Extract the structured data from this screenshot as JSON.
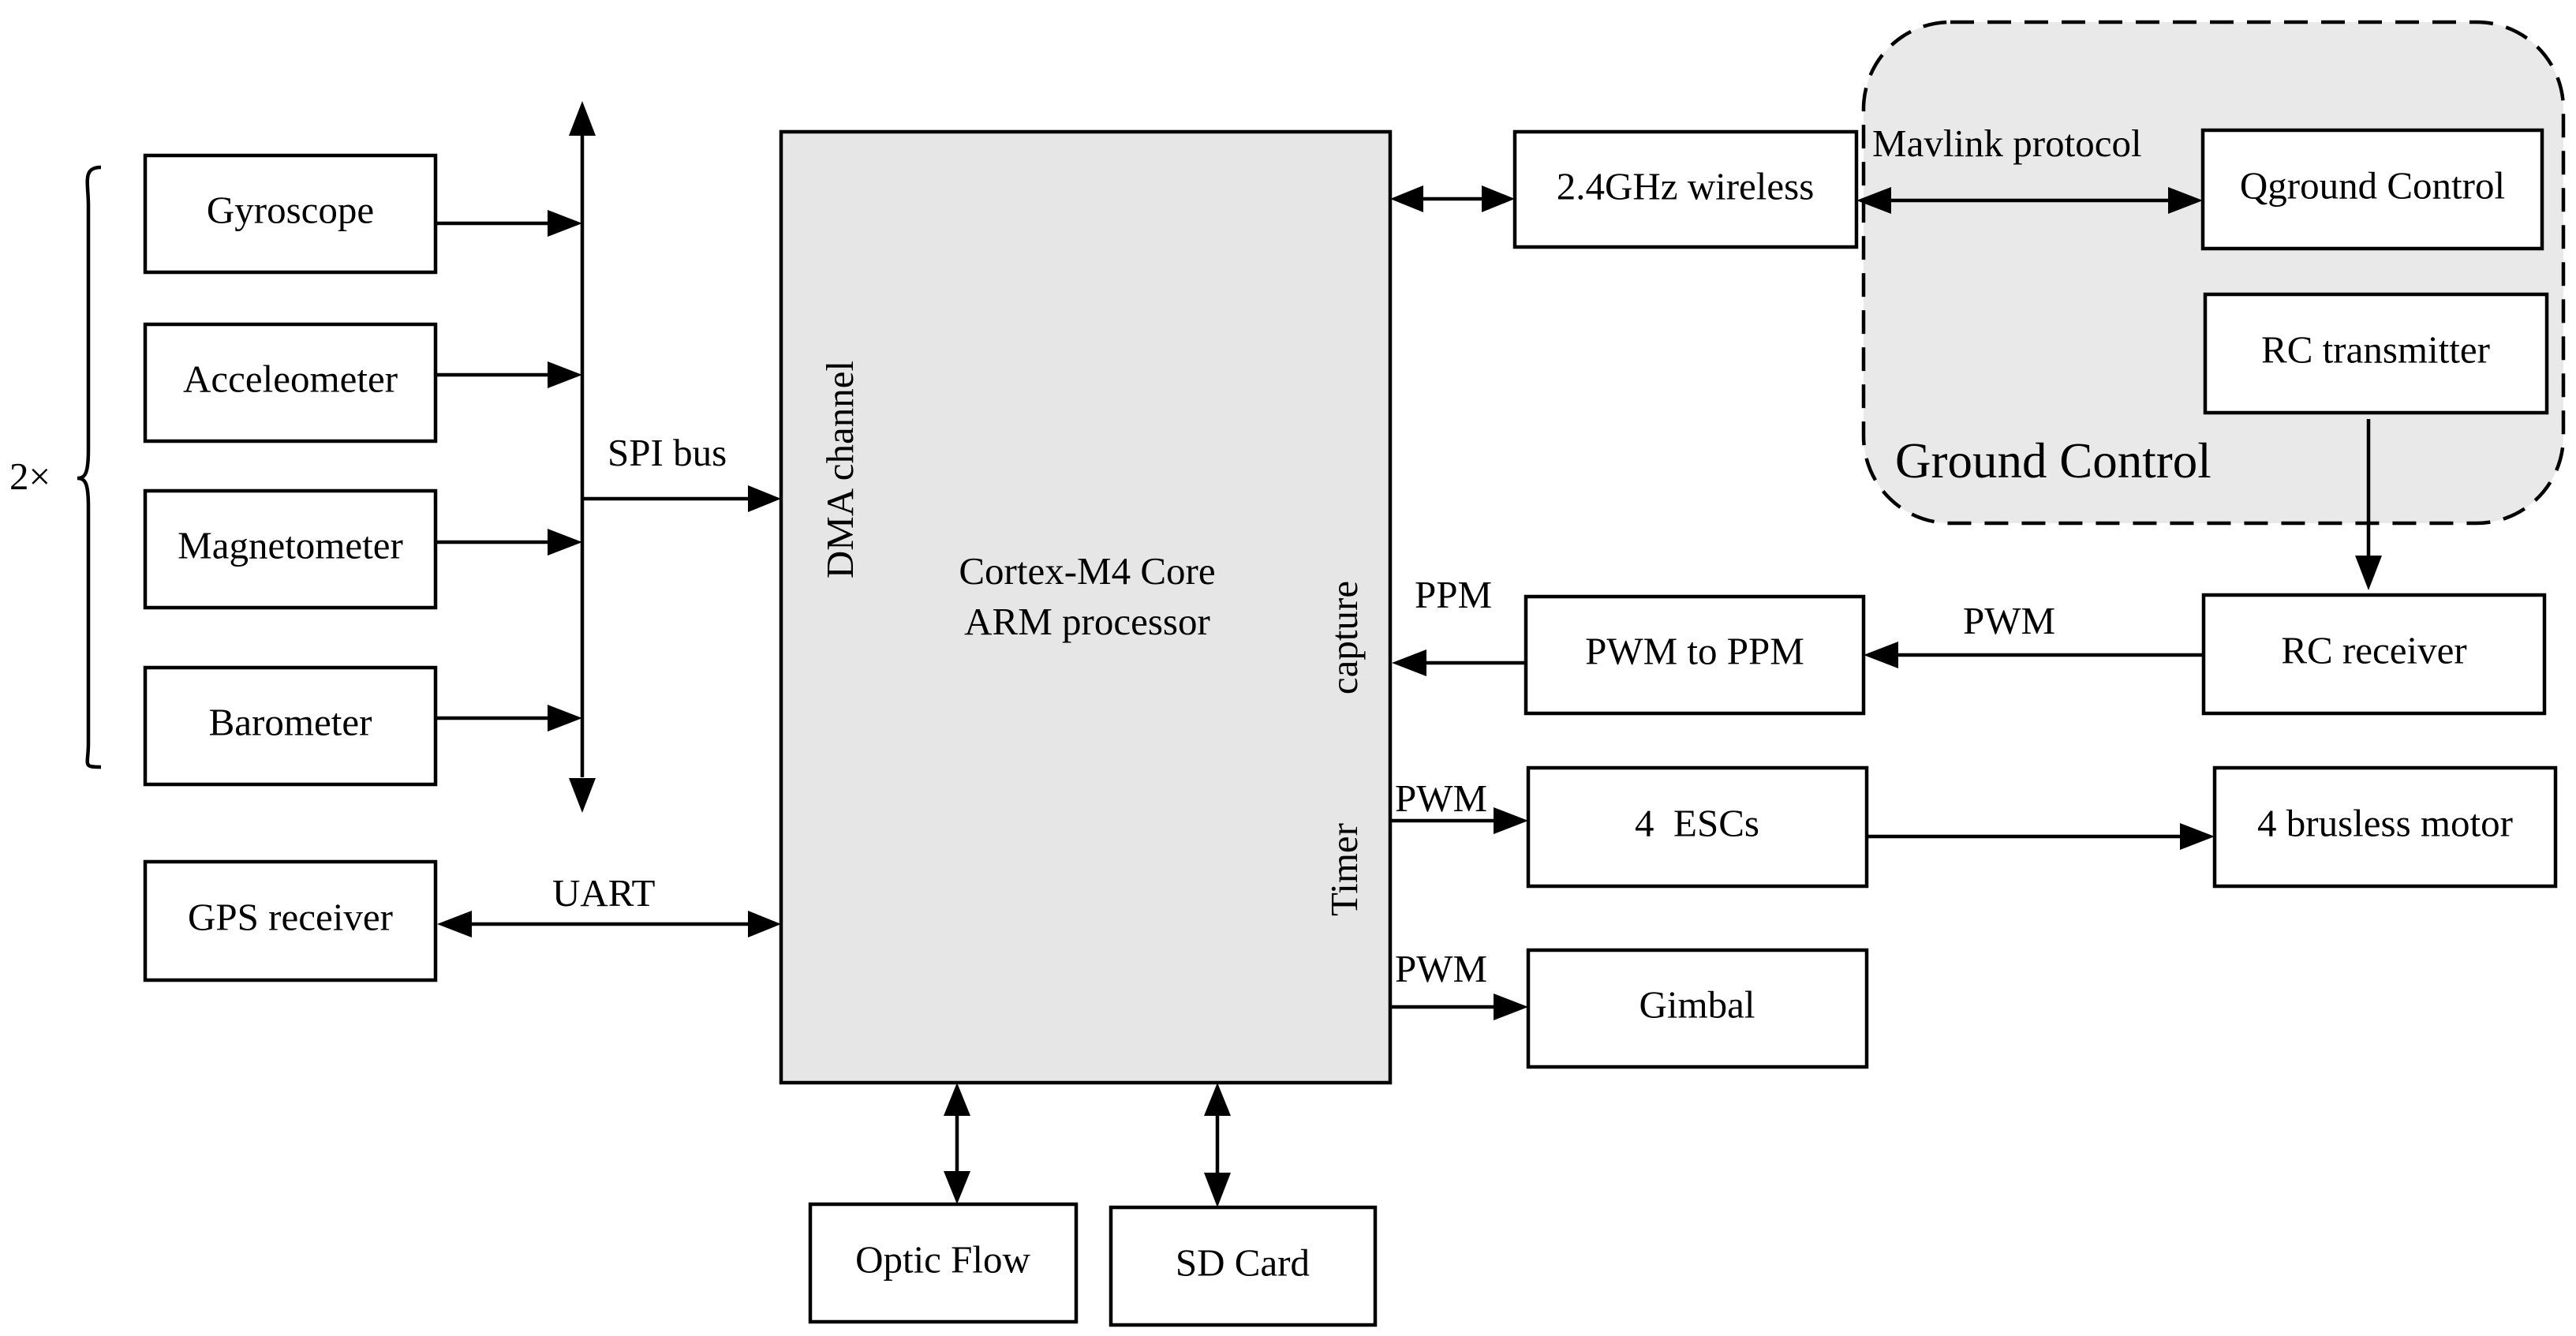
{
  "sensors": {
    "multiplier": "2×",
    "items": [
      "Gyroscope",
      "Acceleometer",
      "Magnetometer",
      "Barometer"
    ]
  },
  "gps": {
    "label": "GPS receiver"
  },
  "links": {
    "spi": "SPI bus",
    "uart": "UART",
    "ppm": "PPM",
    "pwm_rc": "PWM",
    "pwm_esc": "PWM",
    "pwm_gimbal": "PWM",
    "mavlink": "Mavlink protocol"
  },
  "core": {
    "line1": "Cortex-M4 Core",
    "line2": "ARM processor",
    "dma": "DMA channel",
    "capture": "capture",
    "timer": "Timer"
  },
  "wireless": {
    "label": "2.4GHz wireless"
  },
  "ground": {
    "title": "Ground Control",
    "qground": "Qground Control",
    "rc_tx": "RC transmitter"
  },
  "pwm_to_ppm": {
    "label": "PWM to PPM"
  },
  "rc_rx": {
    "label": "RC receiver"
  },
  "escs": {
    "label": "4  ESCs"
  },
  "motor": {
    "label": "4 brusless motor"
  },
  "gimbal": {
    "label": "Gimbal"
  },
  "optic_flow": {
    "label": "Optic Flow"
  },
  "sd_card": {
    "label": "SD Card"
  }
}
